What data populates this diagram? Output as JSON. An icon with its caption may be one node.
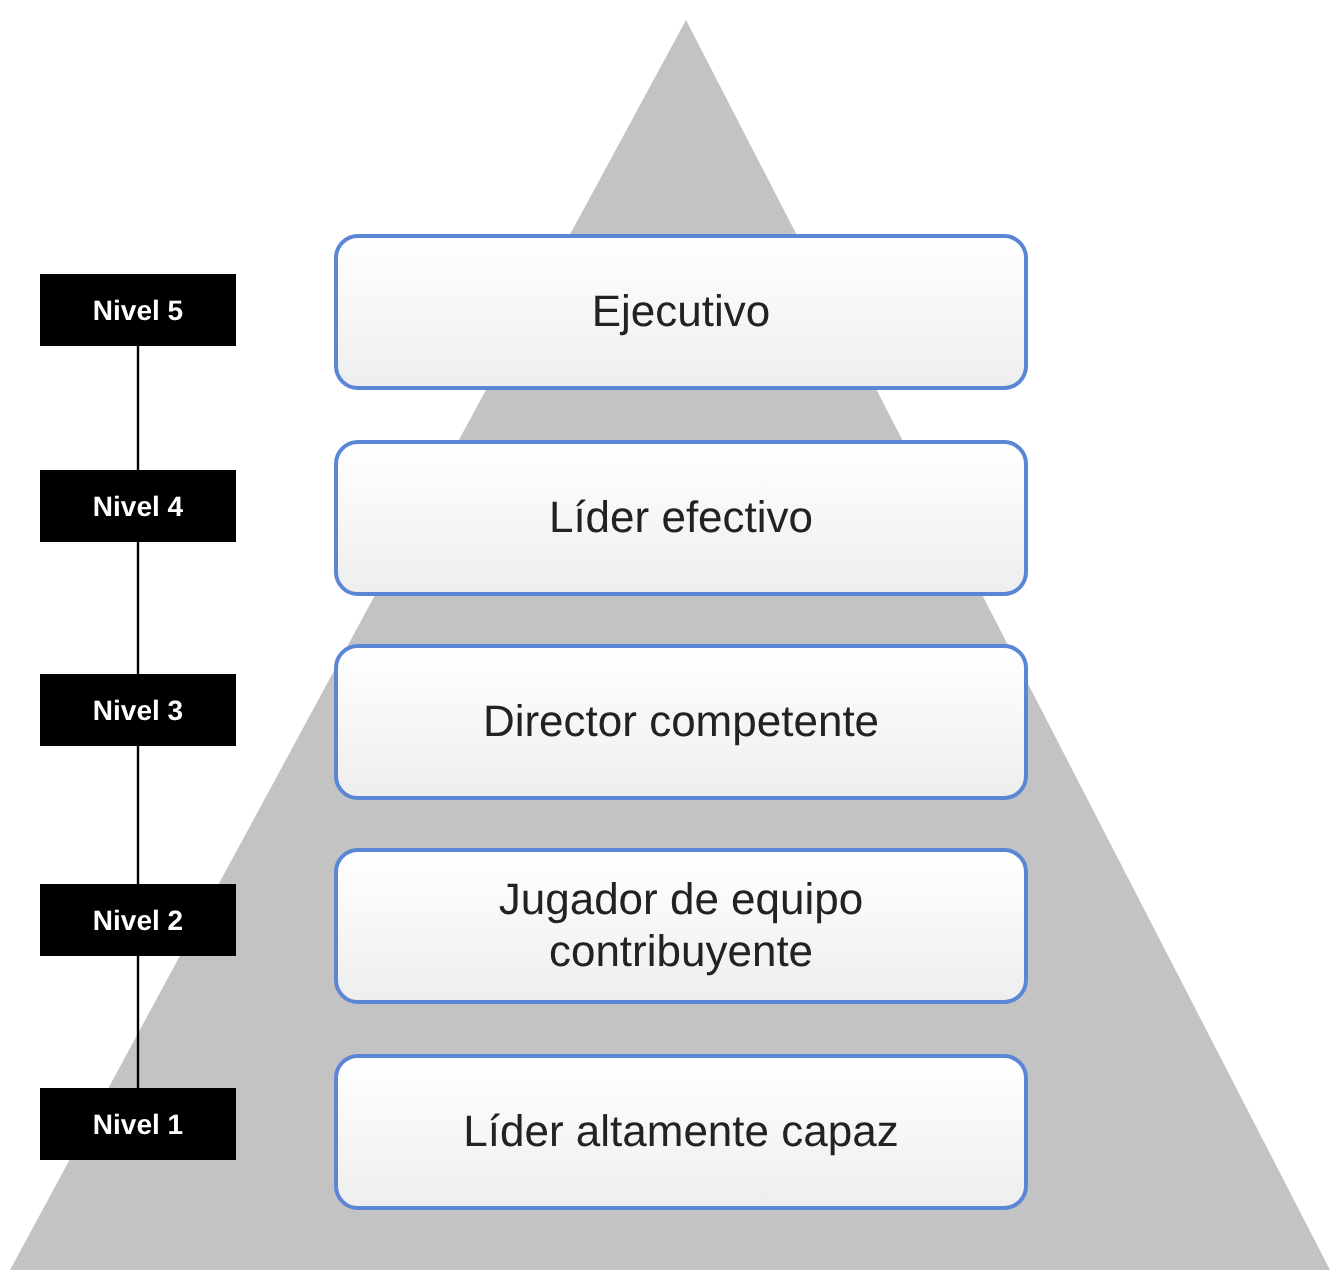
{
  "diagram": {
    "nodes": [
      {
        "text": [
          "Nivel 5"
        ]
      },
      {
        "text": [
          "Ejecutivo"
        ]
      },
      {
        "text": [
          "Nivel 4"
        ]
      },
      {
        "text": [
          "Líder efectivo"
        ]
      },
      {
        "text": [
          "Nivel 3"
        ]
      },
      {
        "text": [
          "Director competente"
        ]
      },
      {
        "text": [
          "Nivel 2"
        ]
      },
      {
        "text": [
          "Jugador de equipo contribuyente"
        ]
      },
      {
        "text": [
          "Nivel 1"
        ]
      },
      {
        "text": [
          "Líder altamente capaz"
        ]
      }
    ],
    "edges": [
      {
        "from": 0,
        "to": 2,
        "arrow": "none"
      },
      {
        "from": 2,
        "to": 4,
        "arrow": "none"
      },
      {
        "from": 4,
        "to": 6,
        "arrow": "none"
      },
      {
        "from": 6,
        "to": 8,
        "arrow": "none"
      }
    ]
  }
}
